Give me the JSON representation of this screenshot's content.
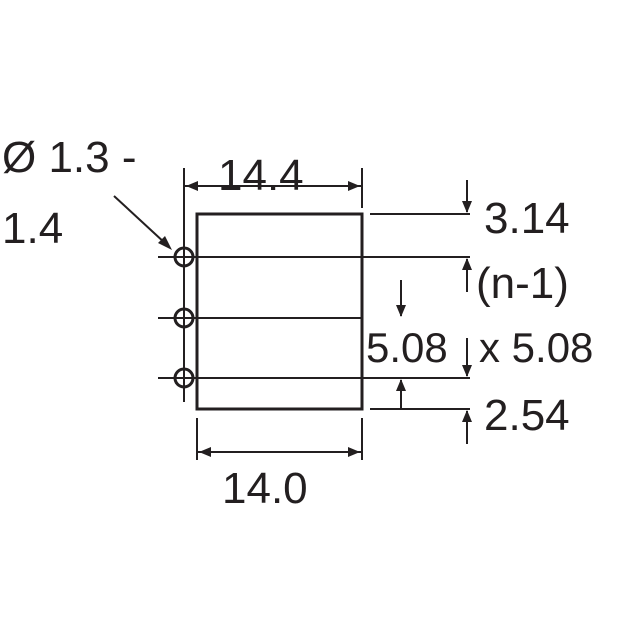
{
  "labels": {
    "hole_diameter_line1": "Ø 1.3 -",
    "hole_diameter_line2": "1.4",
    "top_width": "14.4",
    "bottom_width": "14.0",
    "top_offset": "3.14",
    "pitch_count": "(n-1)",
    "pitch_value": "5.08",
    "pitch_multiplier": "x 5.08",
    "bottom_offset": "2.54"
  },
  "colors": {
    "ink": "#231f20",
    "background": "#ffffff"
  }
}
